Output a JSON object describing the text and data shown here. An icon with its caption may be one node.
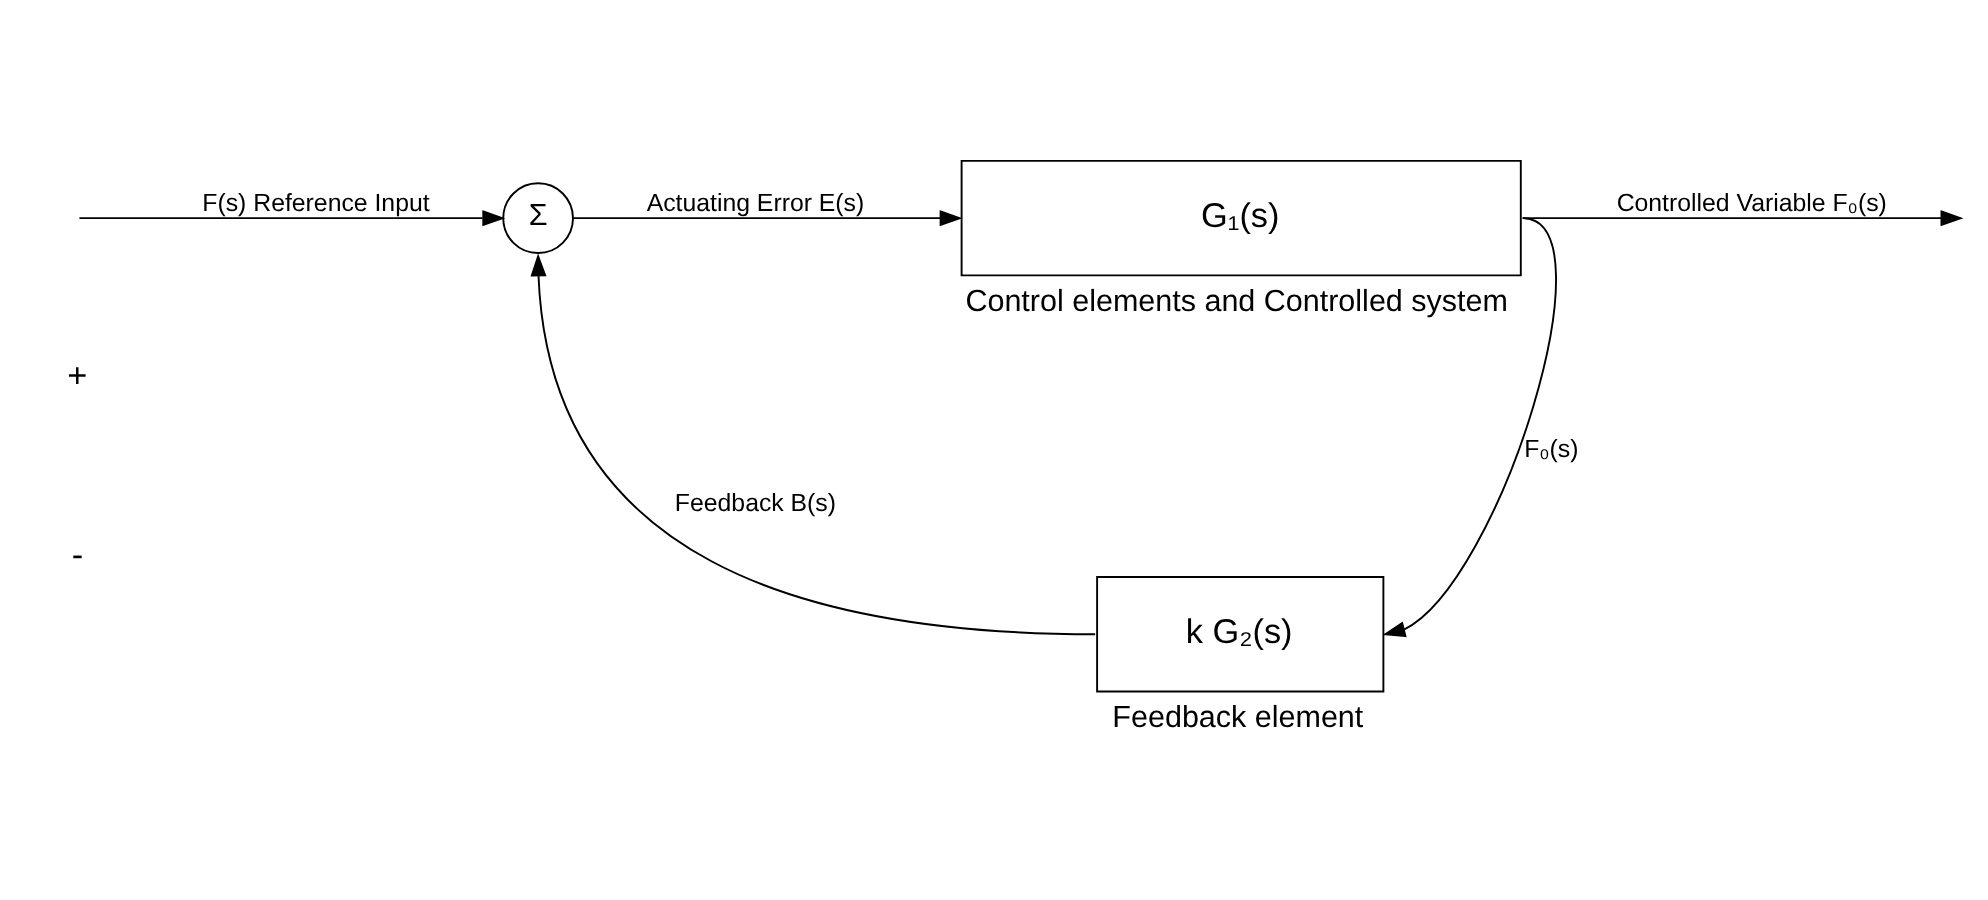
{
  "diagram": {
    "nodes": [
      {
        "text": [
          "Σ"
        ]
      },
      {
        "text": [
          "G₁(s)"
        ],
        "beside": [
          "Control elements and Controlled system"
        ]
      },
      {
        "text": [
          "k G₂(s)"
        ],
        "beside": [
          "Feedback element"
        ]
      }
    ],
    "edges": [
      {
        "from": null,
        "to": 0,
        "arrow": "to",
        "label": "F(s) Reference Input"
      },
      {
        "from": 0,
        "to": 1,
        "arrow": "to",
        "label": "Actuating Error E(s)"
      },
      {
        "from": 1,
        "to": null,
        "arrow": "to",
        "label": "Controlled Variable F₀(s)"
      },
      {
        "from": 1,
        "to": 2,
        "arrow": "to",
        "label": "F₀(s)"
      },
      {
        "from": 2,
        "to": 0,
        "arrow": "to",
        "label": "Feedback B(s)"
      }
    ],
    "labels": [
      "+",
      "-"
    ]
  }
}
